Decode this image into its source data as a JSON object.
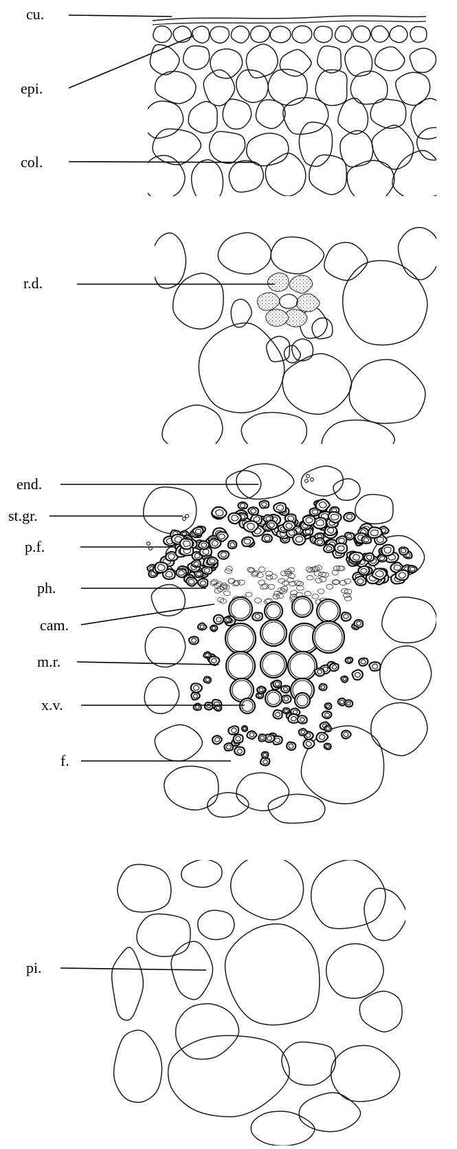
{
  "labels": {
    "cu": "cu.",
    "epi": "epi.",
    "col": "col.",
    "rd": "r.d.",
    "end": "end.",
    "stgr": "st.gr.",
    "pf": "p.f.",
    "ph": "ph.",
    "cam": "cam.",
    "mr": "m.r.",
    "xv": "x.v.",
    "f": "f.",
    "pi": "pi."
  }
}
